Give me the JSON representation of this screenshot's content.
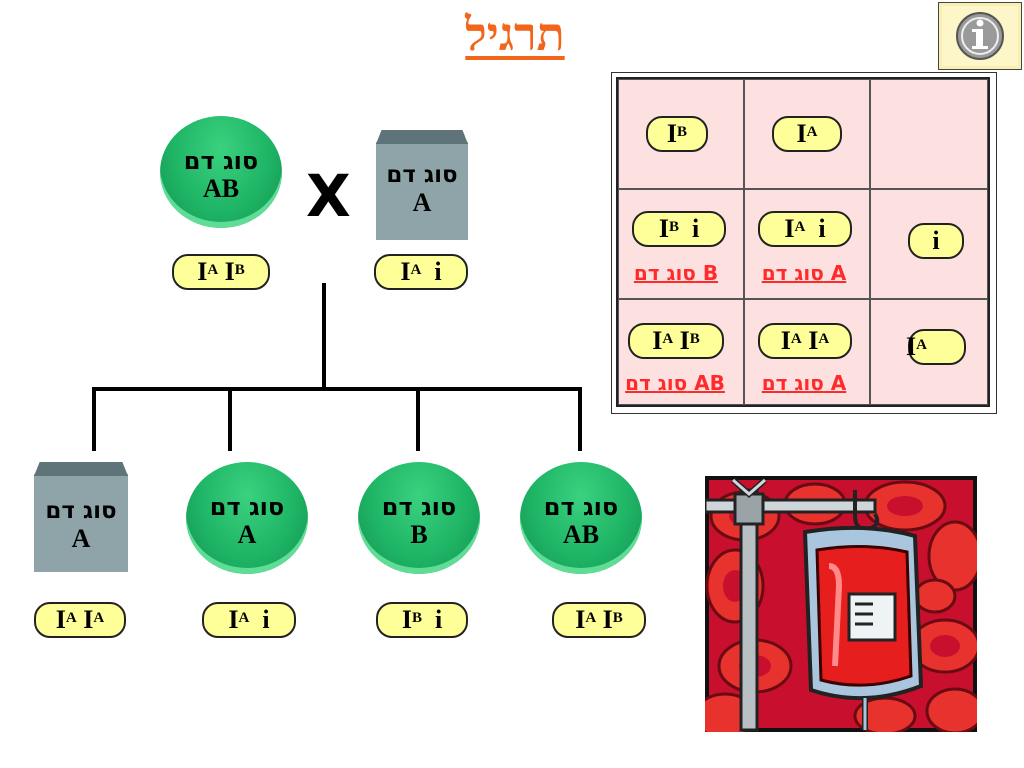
{
  "title": "תרגיל",
  "info_icon": "info-icon",
  "blood_word": "סוג דם",
  "parents": {
    "left": {
      "type": "AB",
      "g1": "I",
      "g1s": "A",
      "g2": "I",
      "g2s": "B"
    },
    "right": {
      "type": "A",
      "g1": "I",
      "g1s": "A",
      "g2": "i",
      "g2s": ""
    },
    "cross_symbol": "X"
  },
  "children": [
    {
      "type": "A",
      "g1": "I",
      "g1s": "A",
      "g2": "I",
      "g2s": "A"
    },
    {
      "type": "A",
      "g1": "I",
      "g1s": "A",
      "g2": "i",
      "g2s": ""
    },
    {
      "type": "B",
      "g1": "I",
      "g1s": "B",
      "g2": "i",
      "g2s": ""
    },
    {
      "type": "AB",
      "g1": "I",
      "g1s": "A",
      "g2": "I",
      "g2s": "B"
    }
  ],
  "punnett": {
    "top": [
      {
        "g": "I",
        "s": "B"
      },
      {
        "g": "I",
        "s": "A"
      }
    ],
    "side": [
      {
        "g": "i",
        "s": ""
      },
      {
        "g": "I",
        "s": "A"
      }
    ],
    "cells": [
      {
        "g1": "I",
        "s1": "B",
        "g2": "i",
        "s2": "",
        "label": "סוג דם B"
      },
      {
        "g1": "I",
        "s1": "A",
        "g2": "i",
        "s2": "",
        "label": "סוג דם A"
      },
      {
        "g1": "I",
        "s1": "A",
        "g2": "I",
        "s2": "B",
        "label": "סוג דם AB"
      },
      {
        "g1": "I",
        "s1": "A",
        "g2": "I",
        "s2": "A",
        "label": "סוג דם A"
      }
    ]
  },
  "clipart": "blood-transfusion-bag-image",
  "colors": {
    "title": "#f2661c",
    "pill": "#ffff99",
    "circle": "#1fb566",
    "box": "#8fa4a8",
    "punnett_bg": "#fde0e0",
    "label": "#ff2a2a"
  }
}
